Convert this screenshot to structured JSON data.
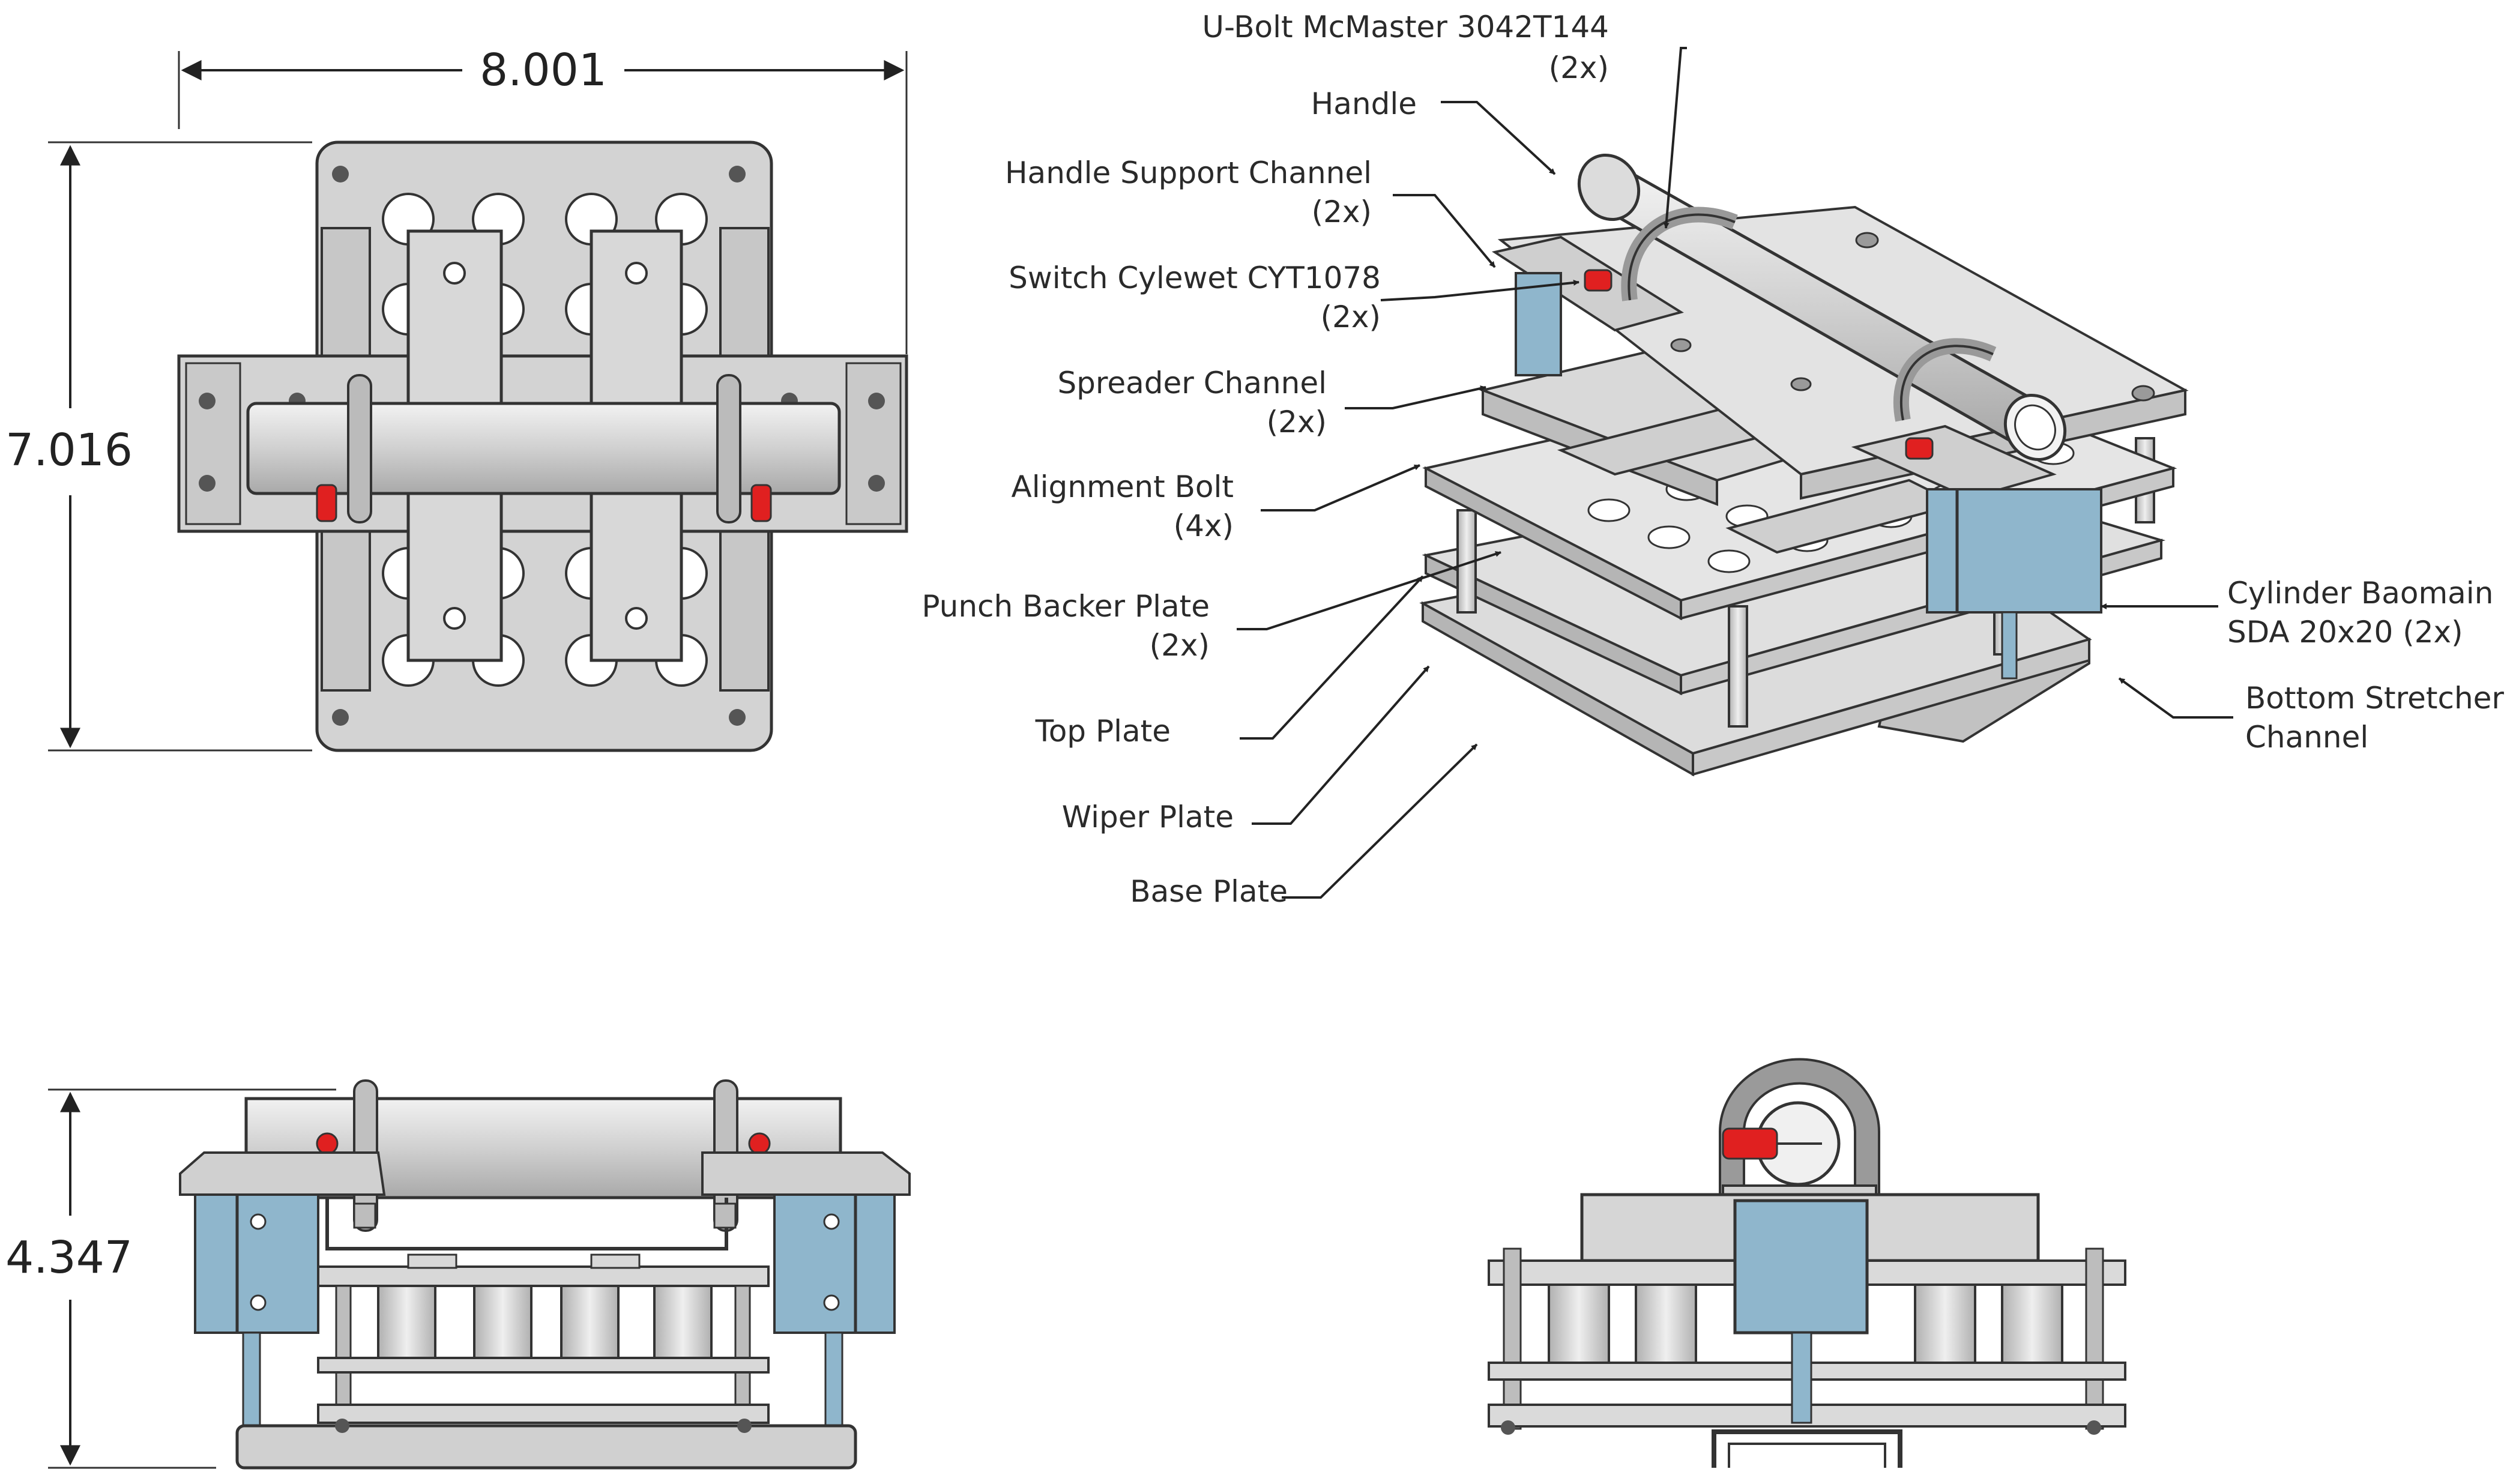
{
  "dimensions": {
    "width": "8.001",
    "height": "7.016",
    "depth": "4.347"
  },
  "callouts": [
    {
      "id": "u-bolt",
      "line1": "U-Bolt  McMaster 3042T144",
      "line2": "(2x)"
    },
    {
      "id": "handle",
      "line1": "Handle",
      "line2": ""
    },
    {
      "id": "handle-support-channel",
      "line1": "Handle Support Channel",
      "line2": "(2x)"
    },
    {
      "id": "switch",
      "line1": "Switch Cylewet CYT1078",
      "line2": "(2x)"
    },
    {
      "id": "spreader-channel",
      "line1": "Spreader Channel",
      "line2": "(2x)"
    },
    {
      "id": "alignment-bolt",
      "line1": "Alignment Bolt",
      "line2": "(4x)"
    },
    {
      "id": "punch-backer-plate",
      "line1": "Punch Backer Plate",
      "line2": "(2x)"
    },
    {
      "id": "top-plate",
      "line1": "Top Plate",
      "line2": ""
    },
    {
      "id": "wiper-plate",
      "line1": "Wiper Plate",
      "line2": ""
    },
    {
      "id": "base-plate",
      "line1": "Base Plate",
      "line2": ""
    },
    {
      "id": "cylinder",
      "line1": "Cylinder Baomain",
      "line2": "SDA 20x20 (2x)"
    },
    {
      "id": "bottom-stretcher-channel",
      "line1": "Bottom Stretcher",
      "line2": "Channel"
    }
  ],
  "colors": {
    "metal": "#d6d6d6",
    "metal_dark": "#b8b8b8",
    "cylinder": "#8fb6cc",
    "switch": "#e02020",
    "outline": "#333333"
  }
}
